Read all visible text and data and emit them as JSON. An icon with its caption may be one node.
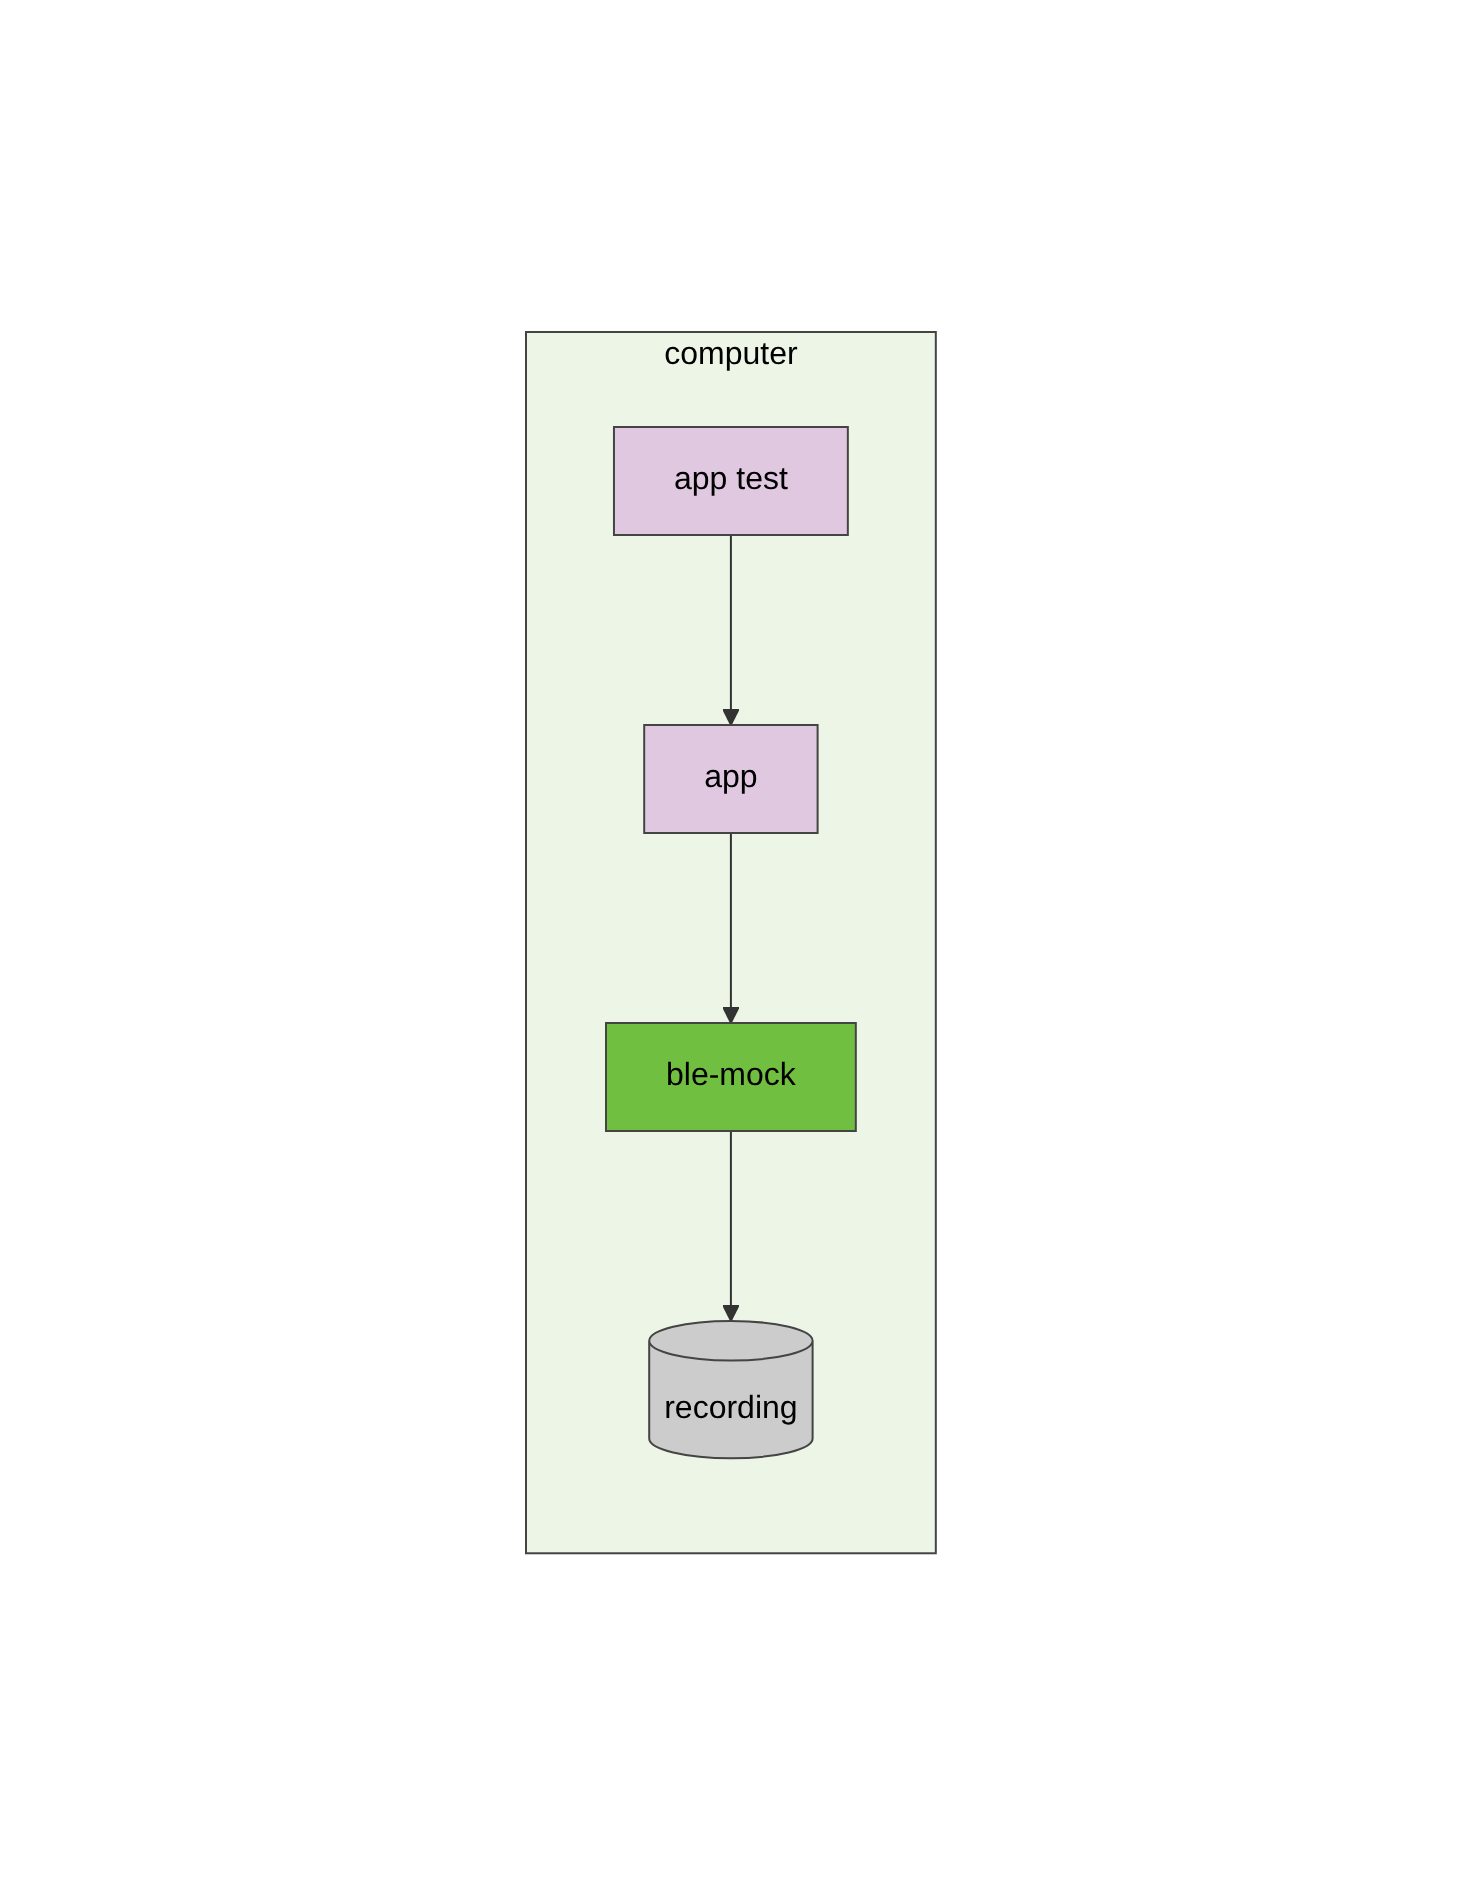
{
  "diagram": {
    "nodes": [
      {
        "text": [
          "computer"
        ]
      },
      {
        "text": [
          "app"
        ],
        "in": 0
      },
      {
        "text": [
          "app test"
        ],
        "in": 0
      },
      {
        "text": [
          "ble-mock"
        ],
        "in": 0
      },
      {
        "text": [
          "recording"
        ],
        "in": 0
      }
    ],
    "edges": [
      {
        "from": 2,
        "to": 1,
        "arrow": "to"
      },
      {
        "from": 1,
        "to": 3,
        "arrow": "to"
      },
      {
        "from": 3,
        "to": 4,
        "arrow": "to"
      }
    ]
  }
}
